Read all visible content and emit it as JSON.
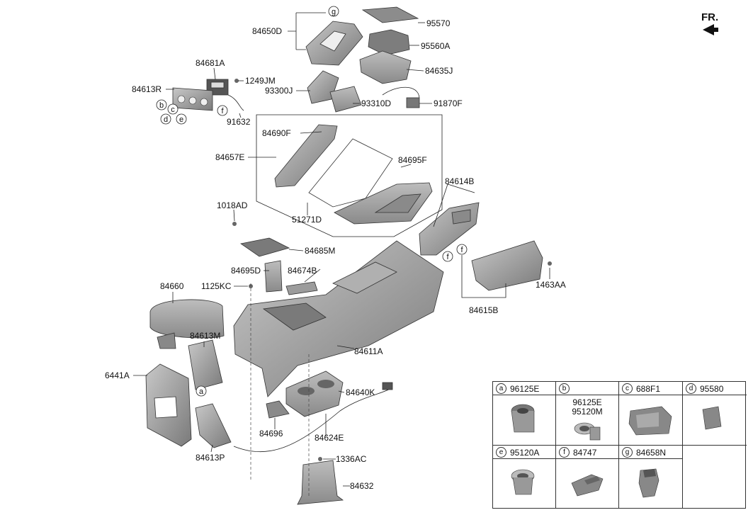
{
  "direction_label": "FR.",
  "labels": {
    "p84650D": "84650D",
    "p95570": "95570",
    "p95560A": "95560A",
    "p84635J": "84635J",
    "p84681A": "84681A",
    "p1249JM": "1249JM",
    "p84613R": "84613R",
    "p93300J": "93300J",
    "p93310D": "93310D",
    "p91870F": "91870F",
    "p91632": "91632",
    "p84690F": "84690F",
    "p84657E": "84657E",
    "p84695F": "84695F",
    "p84614B": "84614B",
    "p1018AD": "1018AD",
    "p51271D": "51271D",
    "p84685M": "84685M",
    "p84695D": "84695D",
    "p84674B": "84674B",
    "p1125KC": "1125KC",
    "p84660": "84660",
    "p1463AA": "1463AA",
    "p84615B": "84615B",
    "p84613M": "84613M",
    "p84611A": "84611A",
    "p6441A": "6441A",
    "p84640K": "84640K",
    "p84696": "84696",
    "p84624E": "84624E",
    "p84613P": "84613P",
    "p1336AC": "1336AC",
    "p84632": "84632"
  },
  "callouts": {
    "a": "a",
    "b": "b",
    "c": "c",
    "d": "d",
    "e": "e",
    "f": "f",
    "g": "g"
  },
  "legend": [
    {
      "letter": "a",
      "code": "96125E",
      "sub": []
    },
    {
      "letter": "b",
      "code": "",
      "sub": [
        "96125E",
        "95120M"
      ]
    },
    {
      "letter": "c",
      "code": "688F1",
      "sub": []
    },
    {
      "letter": "d",
      "code": "95580",
      "sub": []
    },
    {
      "letter": "e",
      "code": "95120A",
      "sub": []
    },
    {
      "letter": "f",
      "code": "84747",
      "sub": []
    },
    {
      "letter": "g",
      "code": "84658N",
      "sub": []
    }
  ],
  "colors": {
    "part_fill": "#9c9c9c",
    "part_dark": "#6e6e6e",
    "part_light": "#c4c4c4"
  }
}
